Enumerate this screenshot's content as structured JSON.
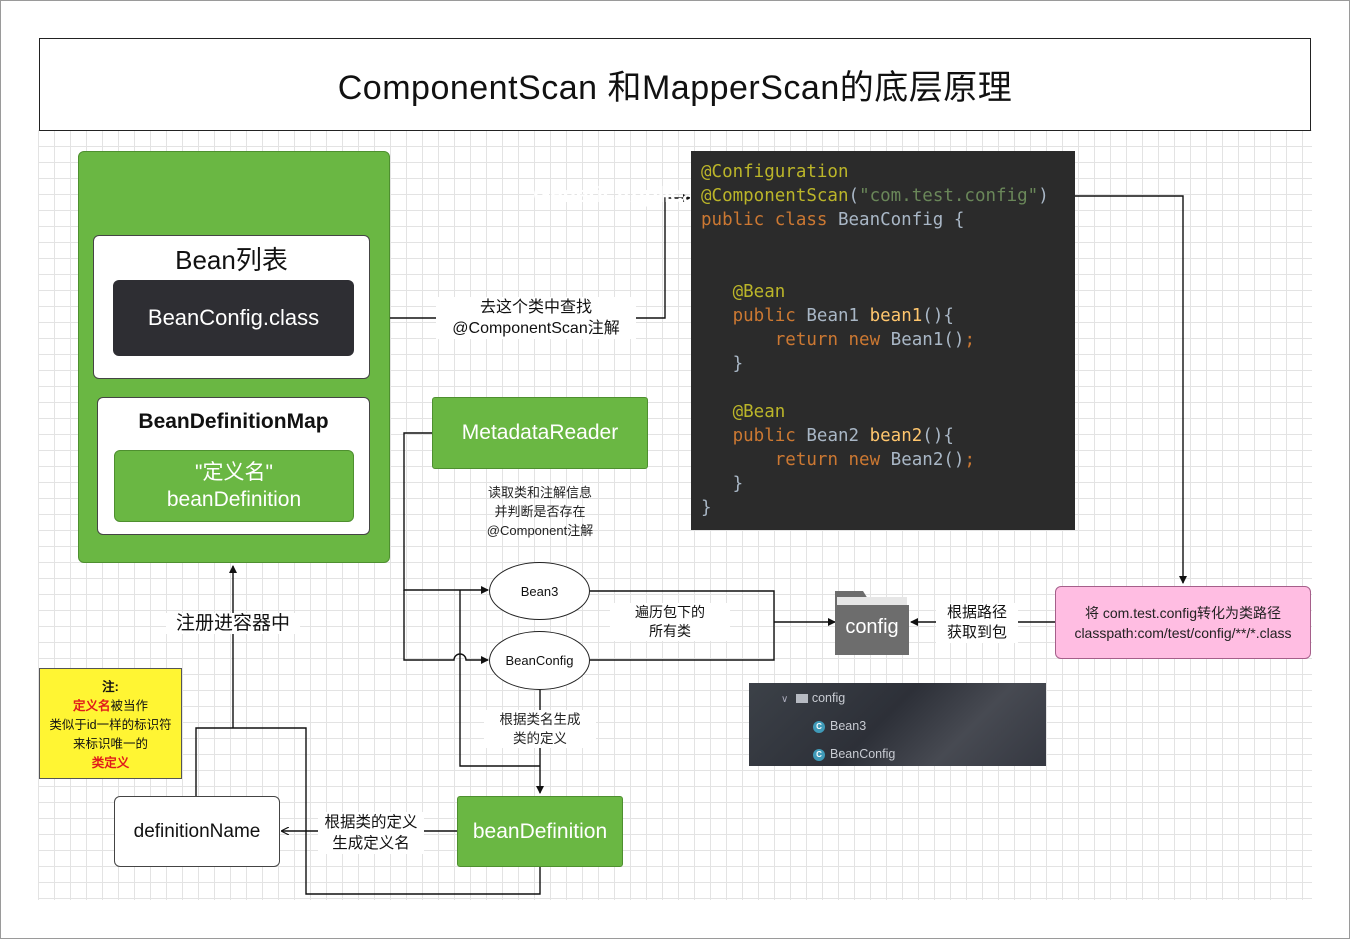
{
  "title": "ComponentScan 和MapperScan的底层原理",
  "context": {
    "title": "GenericApplicationContext",
    "bean_list_title": "Bean列表",
    "bean_config_class": "BeanConfig.class",
    "bdm_title": "BeanDefinitionMap",
    "def_entry_line1": "\"定义名\"",
    "def_entry_line2": "beanDefinition"
  },
  "code": {
    "l1": "@Configuration",
    "l2_anno": "@ComponentScan",
    "l2_open": "(",
    "l2_str": "\"com.test.config\"",
    "l2_close": ")",
    "l3_kw": "public class ",
    "l3_id": "BeanConfig {",
    "bean_anno": "@Bean",
    "pub": "public ",
    "b1_type": "Bean1 ",
    "b1_fn": "bean1",
    "b2_type": "Bean2 ",
    "b2_fn": "bean2",
    "paren_brace": "(){",
    "ret": "return new ",
    "b1_new": "Bean1",
    "b2_new": "Bean2",
    "call": "()",
    "semi": ";",
    "close_brace": "}"
  },
  "labels": {
    "find_in_class_1": "去这个类中查找",
    "find_in_class_2": "@ComponentScan注解",
    "metadata_reader": "MetadataReader",
    "read_1": "读取类和注解信息",
    "read_2": "并判断是否存在",
    "read_3": "@Component注解",
    "bean3": "Bean3",
    "beanconfig": "BeanConfig",
    "traverse_1": "遍历包下的",
    "traverse_2": "所有类",
    "config_folder": "config",
    "by_path_1": "根据路径",
    "by_path_2": "获取到包",
    "convert_1": "将 com.test.config转化为类路径",
    "convert_2": "classpath:com/test/config/**/*.class",
    "gen_def_1": "根据类名生成",
    "gen_def_2": "类的定义",
    "bean_definition": "beanDefinition",
    "gen_name_1": "根据类的定义",
    "gen_name_2": "生成定义名",
    "definition_name": "definitionName",
    "register": "注册进容器中"
  },
  "note": {
    "head": "注:",
    "l1_red": "定义名",
    "l1_rest": "被当作",
    "l2": "类似于id一样的标识符",
    "l3": "来标识唯一的",
    "l4_red": "类定义"
  },
  "ide": {
    "folder": "config",
    "item1": "Bean3",
    "item2": "BeanConfig",
    "class_badge": "C"
  },
  "colors": {
    "green": "#6ab743",
    "dark_box": "#2e2e33",
    "code_bg": "#2b2b2b",
    "pink": "#ffbde2",
    "note_yellow": "#fff533",
    "note_red": "#e01b1b"
  }
}
